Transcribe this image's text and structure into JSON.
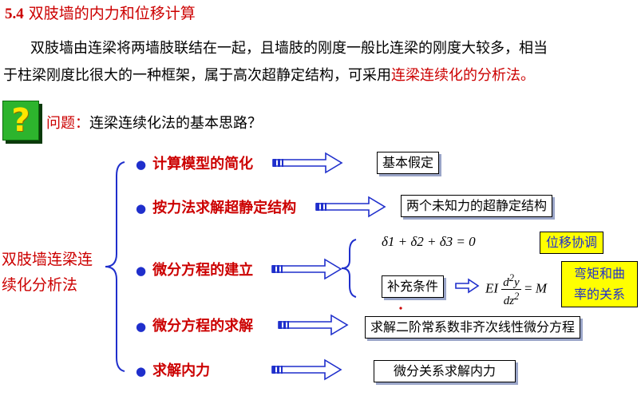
{
  "section": {
    "number": "5.4",
    "title": "双肢墙的内力和位移计算"
  },
  "intro": {
    "line1": "双肢墙由连梁将两墙肢联结在一起，且墙肢的刚度一般比连梁的刚度大较多，相当",
    "line2_prefix": "于柱梁刚度比很大的一种框架，属于高次超静定结构，可采用",
    "line2_highlight": "连梁连续化的分析法。"
  },
  "question": {
    "icon": "question-mark",
    "label": "问题：",
    "text": "连梁连续化法的基本思路？"
  },
  "root_label": {
    "line1": "双肢墙连梁连",
    "line2": "续化分析法"
  },
  "steps": [
    {
      "label": "计算模型的简化",
      "result": "基本假定"
    },
    {
      "label": "按力法求解超静定结构",
      "result": "两个未知力的超静定结构"
    },
    {
      "label": "微分方程的建立"
    },
    {
      "label": "微分方程的求解",
      "result": "求解二阶常系数非齐次线性微分方程"
    },
    {
      "label": "求解内力",
      "result": "微分关系求解内力"
    }
  ],
  "compat": {
    "equation": "δ1 + δ2 + δ3 = 0",
    "tag": "位移协调"
  },
  "supplement": {
    "label": "补充条件",
    "tag_line1": "弯矩和曲",
    "tag_line2": "率的关系"
  },
  "colors": {
    "accent_red": "#cc0000",
    "blue": "#1f2fcc",
    "yellow": "#ffff00",
    "green": "#2db42d"
  }
}
